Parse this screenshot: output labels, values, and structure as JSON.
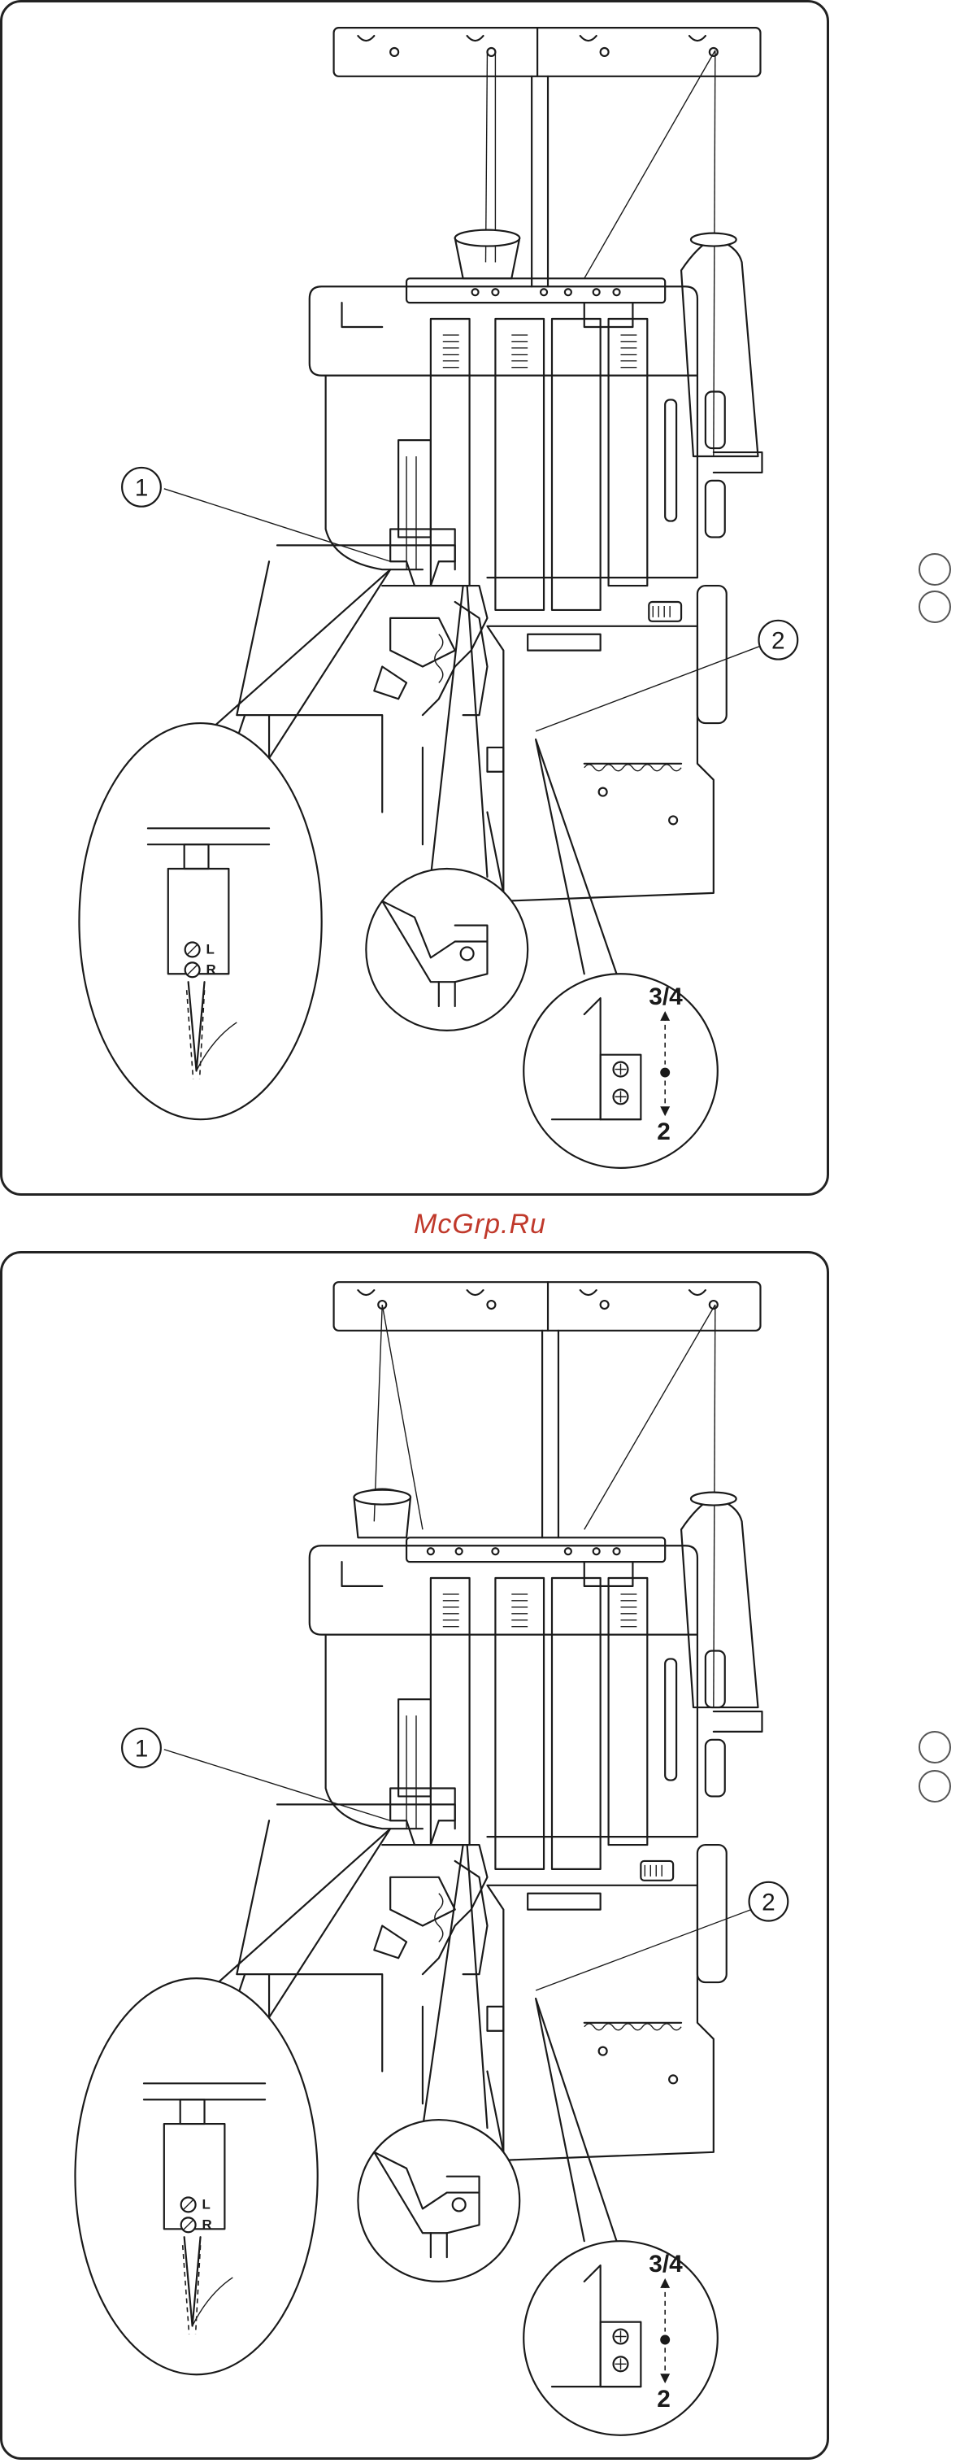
{
  "watermark": "McGrp.Ru",
  "panels": [
    {
      "id": "top",
      "callout_1": "1",
      "callout_2": "2",
      "needle_left_label": "L",
      "needle_right_label": "R",
      "position_upper_label": "3/4",
      "position_lower_label": "2"
    },
    {
      "id": "bottom",
      "callout_1": "1",
      "callout_2": "2",
      "needle_left_label": "L",
      "needle_right_label": "R",
      "position_upper_label": "3/4",
      "position_lower_label": "2"
    }
  ],
  "colors": {
    "line": "#1a1a1a",
    "watermark": "#c0392b",
    "background": "#ffffff"
  }
}
